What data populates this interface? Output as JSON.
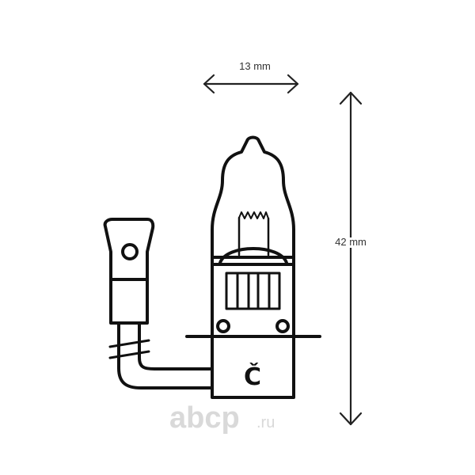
{
  "dimensions": {
    "width_label": "13 mm",
    "height_label": "42 mm"
  },
  "bulb": {
    "marking": "Č"
  },
  "watermark": {
    "brand": "abcp",
    "suffix": ".ru"
  },
  "colors": {
    "line": "#111111",
    "arrow": "#222222",
    "watermark": "#d9d9d9"
  }
}
